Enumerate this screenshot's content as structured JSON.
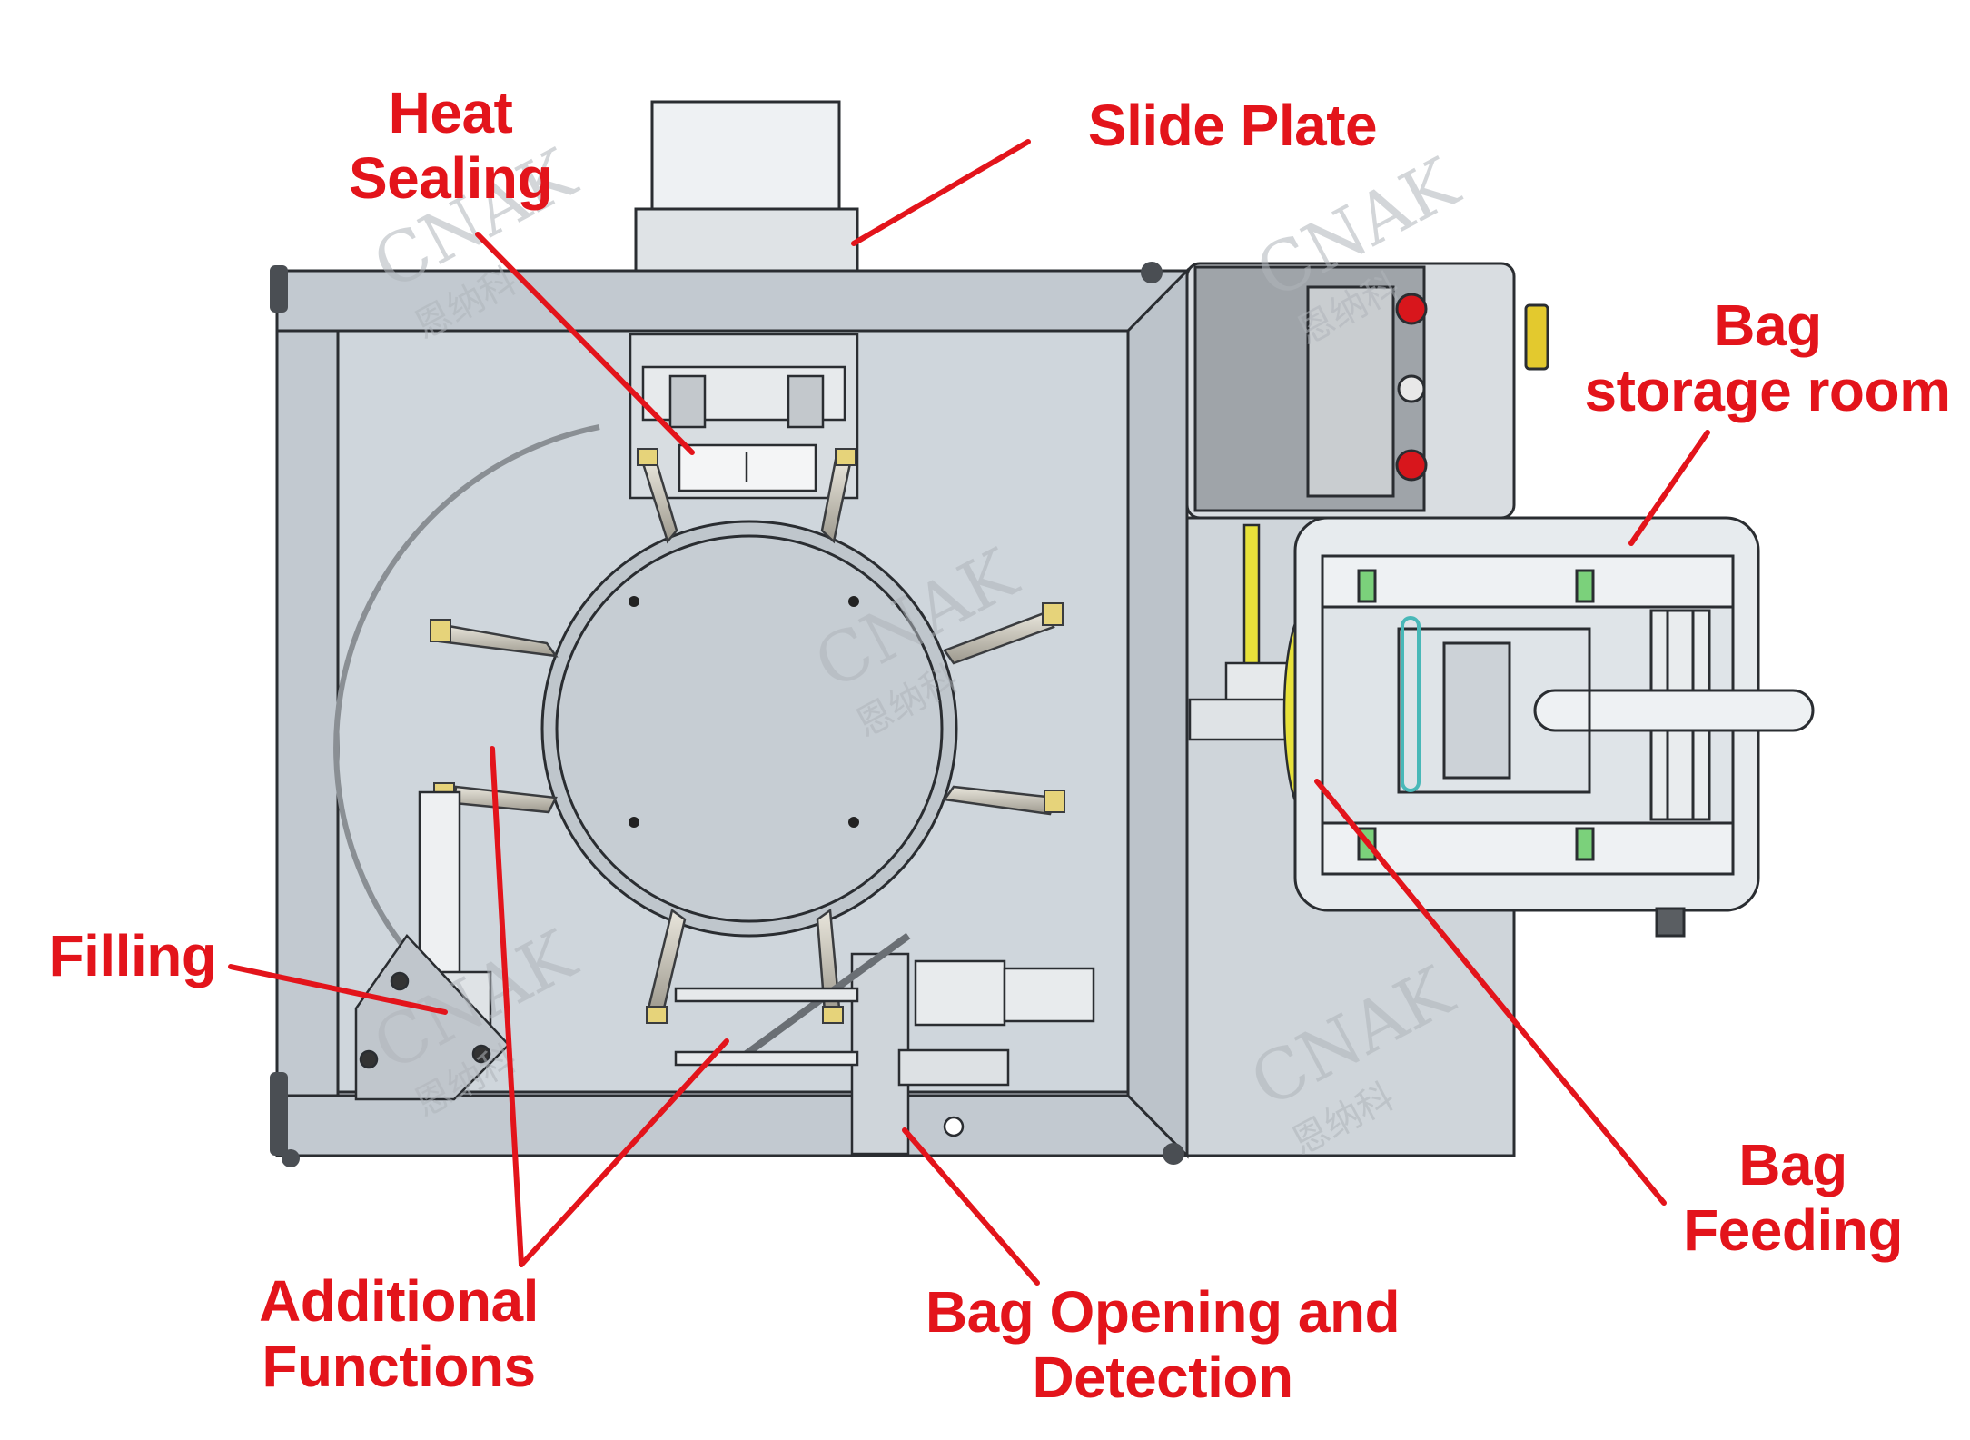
{
  "labels": {
    "heat_sealing": [
      "Heat",
      "Sealing"
    ],
    "slide_plate": [
      "Slide Plate"
    ],
    "bag_storage_room": [
      "Bag",
      "storage room"
    ],
    "filling": [
      "Filling"
    ],
    "additional_functions": [
      "Additional",
      "Functions"
    ],
    "bag_opening_detection": [
      "Bag Opening and",
      "Detection"
    ],
    "bag_feeding": [
      "Bag",
      "Feeding"
    ]
  },
  "watermark": {
    "brand": "CNAK",
    "chinese": "恩纳科"
  },
  "colors": {
    "callout": "#e3141b",
    "frame": "#c9d0d7",
    "frame_stroke": "#2a2d31",
    "yellow_part": "#e8e23a",
    "green_part": "#7bd17b",
    "cyan_part": "#49b8b8"
  }
}
